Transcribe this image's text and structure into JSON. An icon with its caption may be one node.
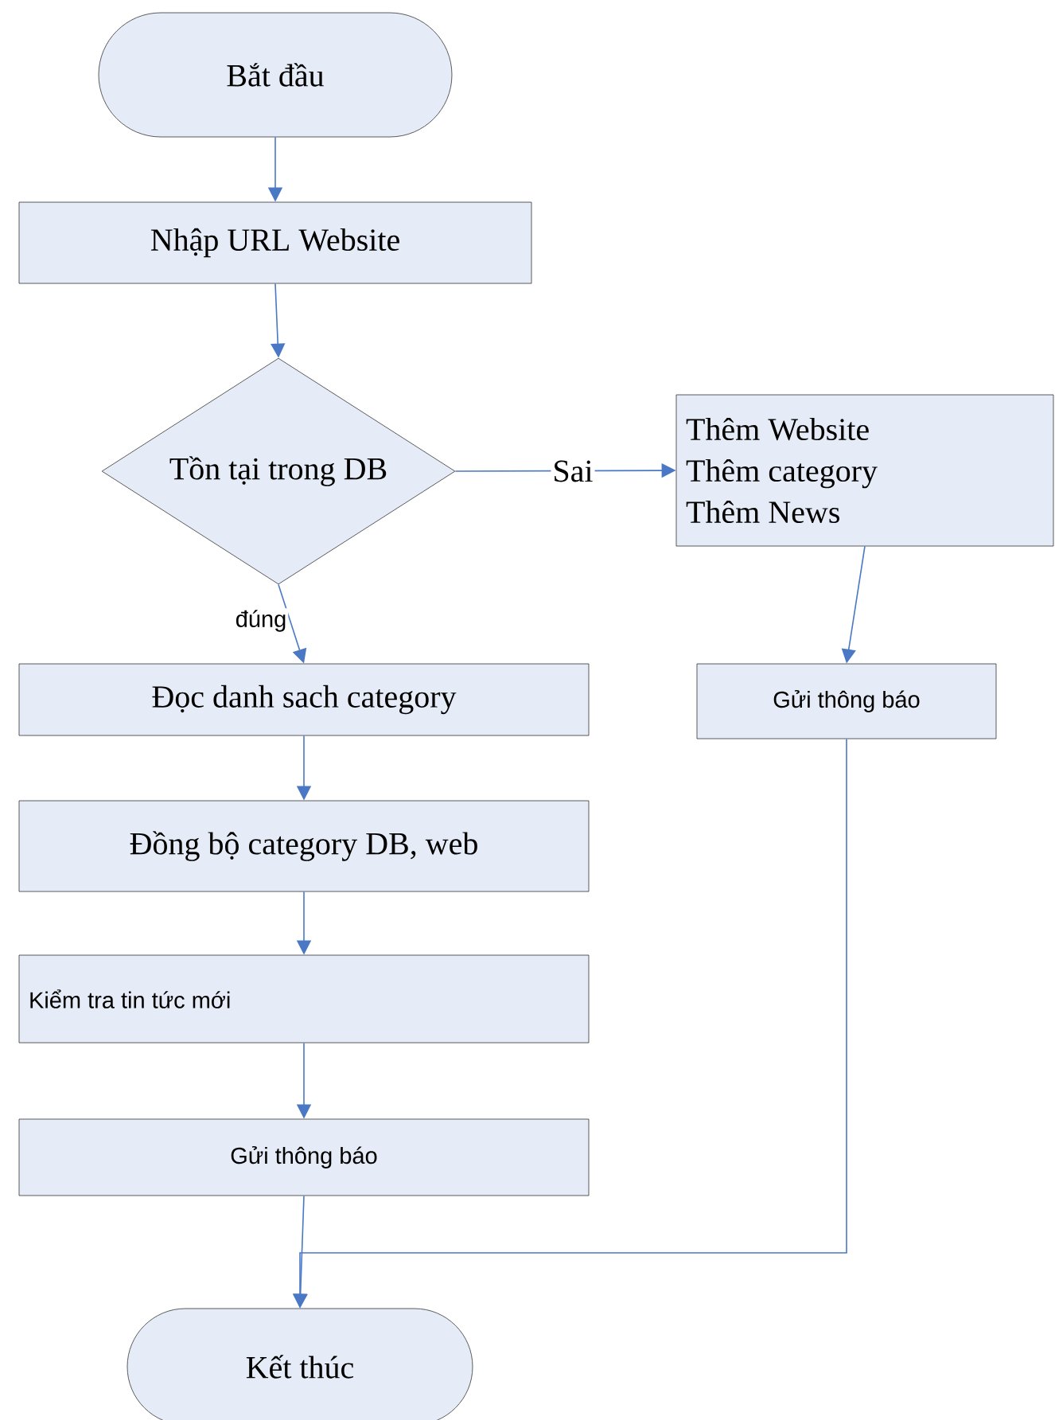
{
  "diagram": {
    "nodes": [
      {
        "text": [
          "Bắt đầu"
        ]
      },
      {
        "text": [
          "Nhập URL Website"
        ]
      },
      {
        "text": [
          "Tồn tại trong DB"
        ]
      },
      {
        "text": [
          "Thêm Website",
          "Thêm category",
          "Thêm News"
        ]
      },
      {
        "text": [
          "Đọc danh sach category"
        ]
      },
      {
        "text": [
          "Gửi thông báo"
        ]
      },
      {
        "text": [
          "Đồng bộ category DB, web"
        ]
      },
      {
        "text": [
          "Kiểm tra tin tức mới"
        ]
      },
      {
        "text": [
          "Gửi thông báo"
        ]
      },
      {
        "text": [
          "Kết thúc"
        ]
      }
    ],
    "edges": [
      {
        "from": 0,
        "to": 1,
        "arrow": "to"
      },
      {
        "from": 1,
        "to": 2,
        "arrow": "to"
      },
      {
        "from": 2,
        "to": 3,
        "arrow": "to",
        "label": "Sai"
      },
      {
        "from": 2,
        "to": 4,
        "arrow": "to",
        "label": "đúng"
      },
      {
        "from": 3,
        "to": 5,
        "arrow": "to"
      },
      {
        "from": 4,
        "to": 6,
        "arrow": "to"
      },
      {
        "from": 6,
        "to": 7,
        "arrow": "to"
      },
      {
        "from": 7,
        "to": 8,
        "arrow": "to"
      },
      {
        "from": 8,
        "to": 9,
        "arrow": "to"
      },
      {
        "from": 5,
        "to": 9,
        "arrow": "to"
      }
    ]
  }
}
